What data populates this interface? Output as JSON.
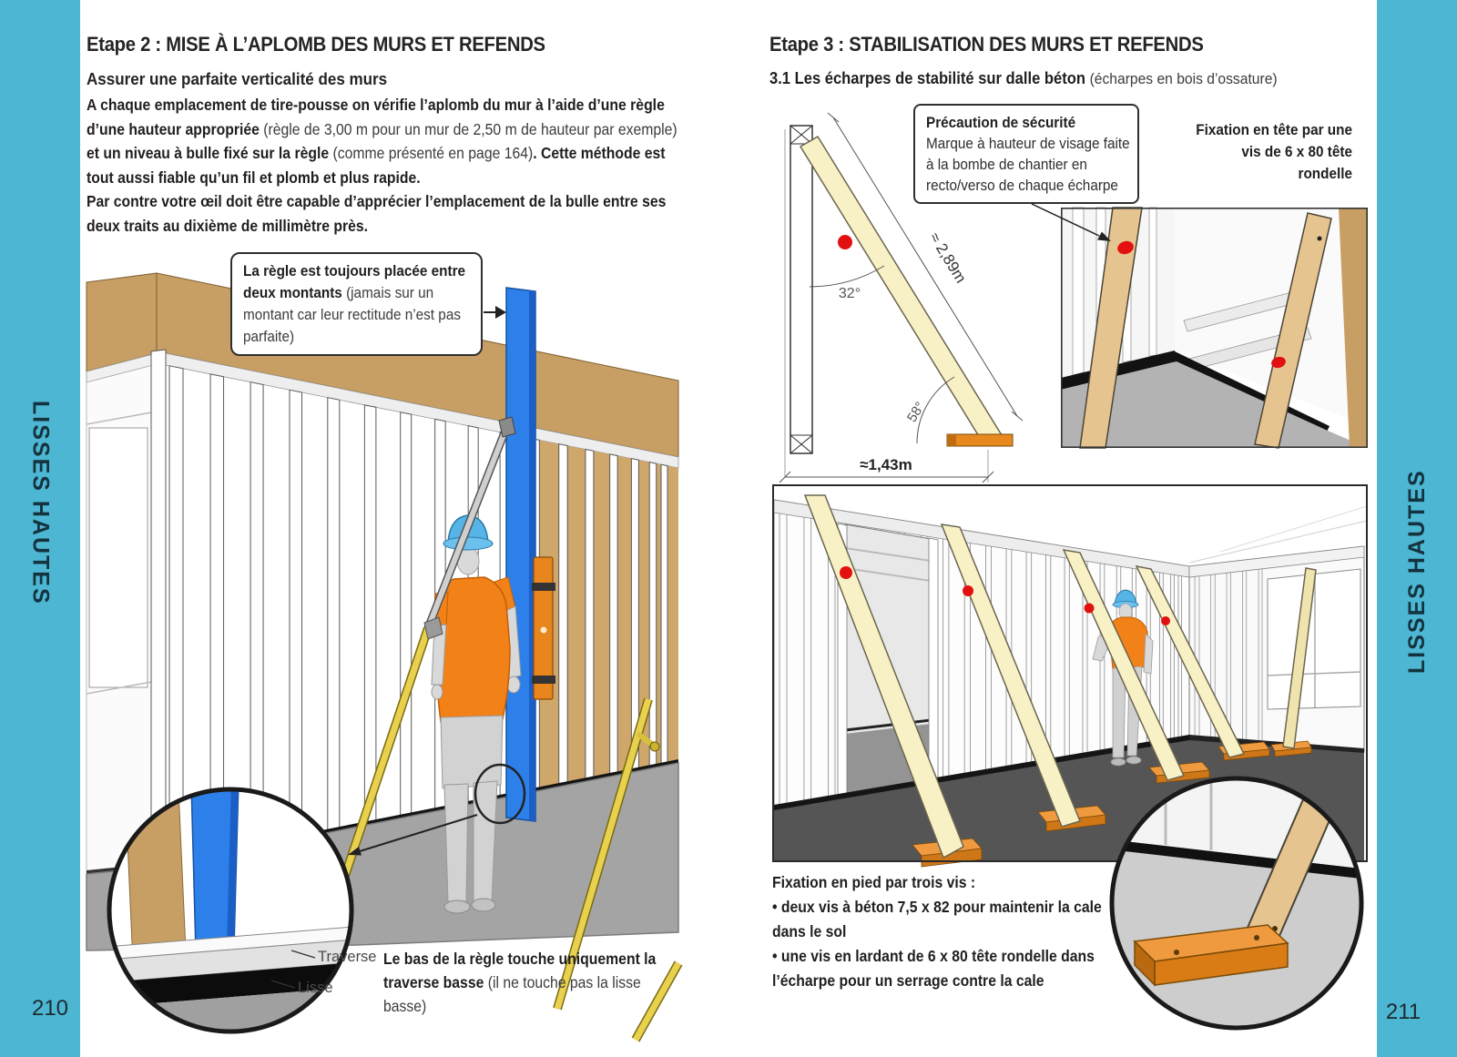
{
  "sidebars": {
    "left_label": "LISSES HAUTES",
    "right_label": "LISSES HAUTES",
    "left_page_number": "210",
    "right_page_number": "211"
  },
  "left_page": {
    "title": "Etape 2 : MISE À L’APLOMB DES MURS ET REFENDS",
    "subtitle": "Assurer une parfaite verticalité des murs",
    "para1_b1": "A chaque emplacement de tire-pousse on vérifie l’aplomb du mur à l’aide d’une règle d’une hauteur appropriée ",
    "para1_r1": "(règle de 3,00 m pour un mur de 2,50 m de hauteur par exemple)",
    "para1_b2": " et un niveau à bulle fixé sur la règle ",
    "para1_r2": "(comme présenté en page 164)",
    "para1_b3": ". Cette méthode est tout aussi fiable qu’un fil et plomb et plus rapide.",
    "para2": "Par contre votre œil doit être capable d’apprécier l’emplacement de la bulle entre ses deux traits au dixième de millimètre près.",
    "callout_bold": "La règle est toujours placée entre deux montants ",
    "callout_regular": "(jamais sur un montant car leur rectitude n’est pas parfaite)",
    "label_traverse": "Traverse",
    "label_lisse": "Lisse",
    "caption_bold": "Le bas de la règle touche uniquement la traverse basse ",
    "caption_regular": "(il ne touche pas la lisse basse)"
  },
  "right_page": {
    "title": "Etape 3 : STABILISATION DES MURS ET REFENDS",
    "subtitle_bold": "3.1 Les écharpes de stabilité sur dalle béton ",
    "subtitle_regular": "(écharpes en bois d’ossature)",
    "safety_box_title": "Précaution de sécurité",
    "safety_box_text": "Marque à hauteur de visage faite à la bombe de chantier en recto/verso de chaque écharpe",
    "fixation_tete": "Fixation en tête par une vis de 6 x 80 tête rondelle",
    "diagram": {
      "angle_top": "32°",
      "angle_bottom": "58°",
      "length_brace": "≈ 2,89m",
      "length_floor": "≈1,43m"
    },
    "fixation_pied_line1": "Fixation en pied par trois vis :",
    "fixation_pied_line2": "• deux vis à béton 7,5 x 82 pour maintenir la cale dans le sol",
    "fixation_pied_line3": "• une vis en lardant de 6 x 80 tête rondelle  dans l’écharpe pour un serrage contre la cale"
  },
  "colors": {
    "accent_cyan": "#4db7d3",
    "regle_blue": "#2d80ea",
    "brace_yellow": "#f8f1c6",
    "cale_orange": "#e8891f",
    "marker_red": "#e21010",
    "osb_tan": "#c79e63",
    "slab_gray": "#555555"
  }
}
